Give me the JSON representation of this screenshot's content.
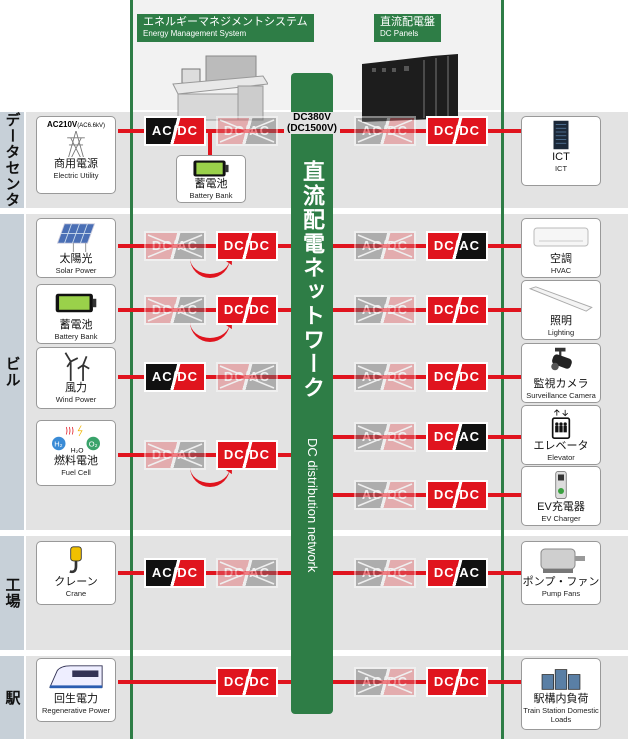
{
  "header": {
    "ems": {
      "jp": "エネルギーマネジメントシステム",
      "en": "Energy Management  System"
    },
    "panels": {
      "jp": "直流配電盤",
      "en": "DC Panels"
    }
  },
  "bus": {
    "voltage": "DC380V",
    "voltage_alt": "(DC1500V)",
    "jp": "直流配電ネットワーク",
    "en": "DC distribution network"
  },
  "sectors": [
    {
      "label": "データセンタ"
    },
    {
      "label": "ビル"
    },
    {
      "label": "工場"
    },
    {
      "label": "駅"
    }
  ],
  "sources": [
    {
      "jp": "商用電源",
      "en": "Electric Utility",
      "note": "AC210V",
      "note_small": "(AC6.6kV)",
      "icon": "power-tower-icon",
      "c1": "AC/DC",
      "c1on": true,
      "c2": "DC/AC",
      "c2on": false
    },
    {
      "jp": "太陽光",
      "en": "Solar Power",
      "icon": "solar-panel-icon",
      "c1": "DC/AC",
      "c1on": false,
      "c2": "DC/DC",
      "c2on": true,
      "arrow": true
    },
    {
      "jp": "蓄電池",
      "en": "Battery Bank",
      "icon": "battery-icon",
      "c1": "DC/AC",
      "c1on": false,
      "c2": "DC/DC",
      "c2on": true,
      "arrow": true
    },
    {
      "jp": "風力",
      "en": "Wind Power",
      "icon": "wind-turbine-icon",
      "c1": "AC/DC",
      "c1on": true,
      "c2": "DC/AC",
      "c2on": false
    },
    {
      "jp": "燃料電池",
      "en": "Fuel Cell",
      "icon": "fuel-cell-icon",
      "c1": "DC/AC",
      "c1on": false,
      "c2": "DC/DC",
      "c2on": true,
      "arrow": true
    },
    {
      "jp": "クレーン",
      "en": "Crane",
      "icon": "crane-hook-icon",
      "c1": "AC/DC",
      "c1on": true,
      "c2": "DC/AC",
      "c2on": false
    },
    {
      "jp": "回生電力",
      "en": "Regenerative Power",
      "icon": "train-icon",
      "c2": "DC/DC",
      "c2on": true
    }
  ],
  "dc_battery": {
    "jp": "蓄電池",
    "en": "Battery Bank"
  },
  "loads": [
    {
      "jp": "ICT",
      "en": "ICT",
      "icon": "server-rack-icon",
      "c1": "AC/DC",
      "c2": "DC/DC"
    },
    {
      "jp": "空調",
      "en": "HVAC",
      "icon": "air-conditioner-icon",
      "c1": "AC/DC",
      "c2": "DC/AC"
    },
    {
      "jp": "照明",
      "en": "Lighting",
      "icon": "light-fixture-icon",
      "c1": "AC/DC",
      "c2": "DC/DC"
    },
    {
      "jp": "監視カメラ",
      "en": "Surveillance Camera",
      "icon": "camera-icon",
      "c1": "AC/DC",
      "c2": "DC/DC"
    },
    {
      "jp": "エレベータ",
      "en": "Elevator",
      "icon": "elevator-icon",
      "c1": "AC/DC",
      "c2": "DC/AC"
    },
    {
      "jp": "EV充電器",
      "en": "EV Charger",
      "icon": "ev-charger-icon",
      "c1": "AC/DC",
      "c2": "DC/DC"
    },
    {
      "jp": "ポンプ・ファン",
      "en": "Pump Fans",
      "icon": "motor-icon",
      "c1": "AC/DC",
      "c2": "DC/AC"
    },
    {
      "jp": "駅構内負荷",
      "en": "Train Station Domestic Loads",
      "icon": "station-loads-icon",
      "c1": "AC/DC",
      "c2": "DC/DC"
    }
  ],
  "colors": {
    "green": "#2e7d46",
    "red": "#e0141e",
    "black": "#111111",
    "gray": "#6e6e6e"
  }
}
